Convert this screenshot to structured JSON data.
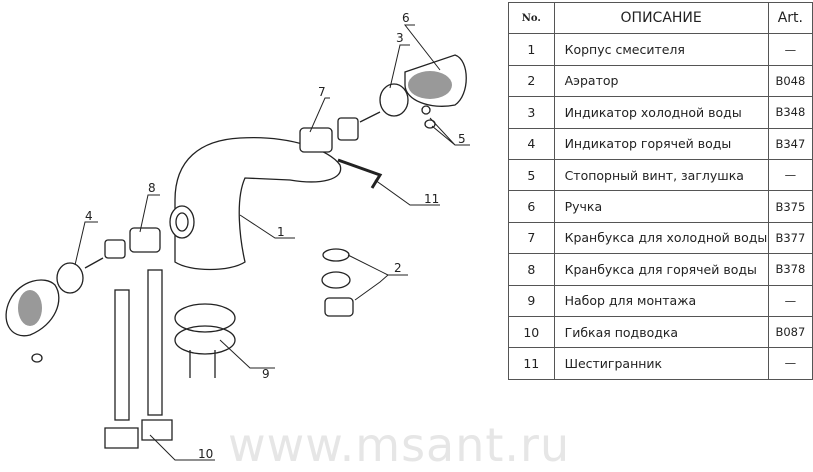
{
  "diagram": {
    "callouts": [
      "1",
      "2",
      "3",
      "4",
      "5",
      "6",
      "7",
      "8",
      "9",
      "10",
      "11"
    ]
  },
  "table": {
    "headers": {
      "no": "No.",
      "desc": "ОПИСАНИЕ",
      "art": "Art."
    },
    "rows": [
      {
        "no": "1",
        "desc": "Корпус смесителя",
        "art": "—"
      },
      {
        "no": "2",
        "desc": "Аэратор",
        "art": "B048"
      },
      {
        "no": "3",
        "desc": "Индикатор холодной воды",
        "art": "B348"
      },
      {
        "no": "4",
        "desc": "Индикатор горячей воды",
        "art": "B347"
      },
      {
        "no": "5",
        "desc": "Стопорный винт, заглушка",
        "art": "—"
      },
      {
        "no": "6",
        "desc": "Ручка",
        "art": "B375"
      },
      {
        "no": "7",
        "desc": "Кранбукса для холодной воды",
        "art": "B377"
      },
      {
        "no": "8",
        "desc": "Кранбукса для горячей воды",
        "art": "B378"
      },
      {
        "no": "9",
        "desc": "Набор для монтажа",
        "art": "—"
      },
      {
        "no": "10",
        "desc": "Гибкая подводка",
        "art": "B087"
      },
      {
        "no": "11",
        "desc": "Шестигранник",
        "art": "—"
      }
    ]
  },
  "watermark": "www.msant.ru"
}
